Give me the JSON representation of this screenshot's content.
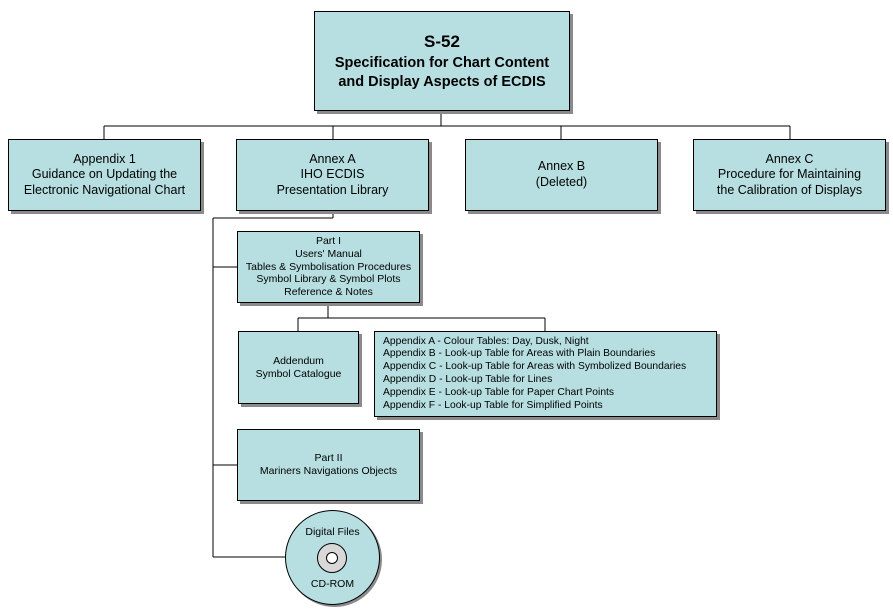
{
  "root": {
    "code": "S-52",
    "title_line1": "Specification for Chart Content",
    "title_line2": "and Display Aspects of ECDIS"
  },
  "level2": {
    "appendix1": [
      "Appendix 1",
      "Guidance on Updating the",
      "Electronic Navigational  Chart"
    ],
    "annex_a": [
      "Annex A",
      "IHO ECDIS",
      "Presentation Library"
    ],
    "annex_b": [
      "Annex B",
      "(Deleted)"
    ],
    "annex_c": [
      "Annex C",
      "Procedure for Maintaining",
      "the Calibration of Displays"
    ]
  },
  "part1": [
    "Part I",
    "Users' Manual",
    "Tables & Symbolisation Procedures",
    "Symbol Library & Symbol Plots",
    "Reference & Notes"
  ],
  "addendum": [
    "Addendum",
    "Symbol Catalogue"
  ],
  "appendices": [
    "Appendix A - Colour Tables: Day, Dusk, Night",
    "Appendix B - Look-up Table  for Areas with Plain Boundaries",
    "Appendix C - Look-up Table  for Areas with Symbolized Boundaries",
    "Appendix D - Look-up Table  for Lines",
    "Appendix E - Look-up Table  for Paper Chart Points",
    "Appendix F - Look-up Table  for Simplified Points"
  ],
  "part2": [
    "Part II",
    "Mariners Navigations Objects"
  ],
  "cd": {
    "top_label": "Digital Files",
    "bottom_label": "CD-ROM"
  }
}
